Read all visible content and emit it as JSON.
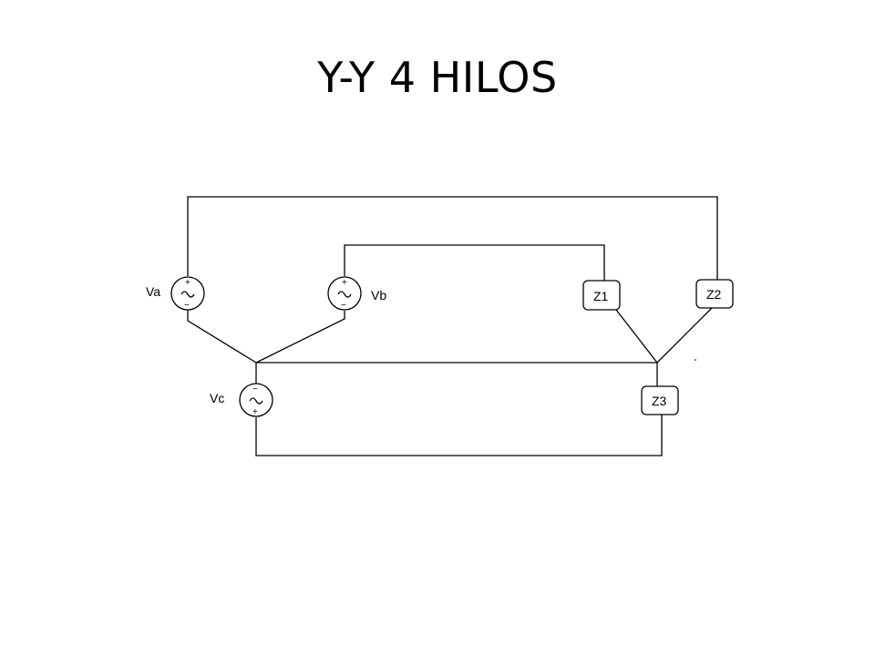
{
  "title": "Y-Y 4 HILOS",
  "sources": {
    "va": {
      "label": "Va",
      "polarity_top": "+",
      "polarity_bottom": "−"
    },
    "vb": {
      "label": "Vb",
      "polarity_top": "+",
      "polarity_bottom": "−"
    },
    "vc": {
      "label": "Vc",
      "polarity_top": "−",
      "polarity_bottom": "+"
    }
  },
  "impedances": {
    "z1": {
      "label": "Z1"
    },
    "z2": {
      "label": "Z2"
    },
    "z3": {
      "label": "Z3"
    }
  }
}
